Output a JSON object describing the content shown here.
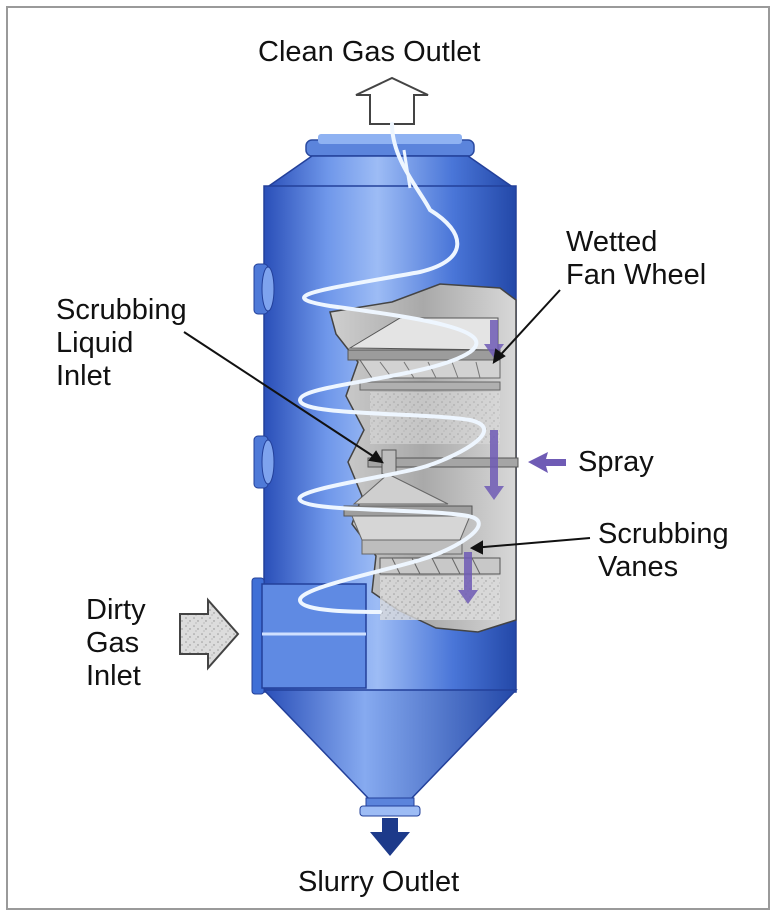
{
  "labels": {
    "clean_gas_outlet": "Clean Gas Outlet",
    "wetted_fan_wheel": [
      "Wetted",
      "Fan Wheel"
    ],
    "scrubbing_liquid_inlet": [
      "Scrubbing",
      "Liquid",
      "Inlet"
    ],
    "spray": "Spray",
    "scrubbing_vanes": [
      "Scrubbing",
      "Vanes"
    ],
    "dirty_gas_inlet": [
      "Dirty",
      "Gas",
      "Inlet"
    ],
    "slurry_outlet": "Slurry Outlet"
  },
  "colors": {
    "vessel_blue": "#3f6fd6",
    "vessel_light": "#8fb2f2",
    "vessel_dark": "#1f3f9a",
    "interior_gray": "#b9b9b9",
    "spiral": "#eef6ff",
    "flow_arrow": "#6f5bb5",
    "slurry_arrow": "#1d3a8a"
  }
}
